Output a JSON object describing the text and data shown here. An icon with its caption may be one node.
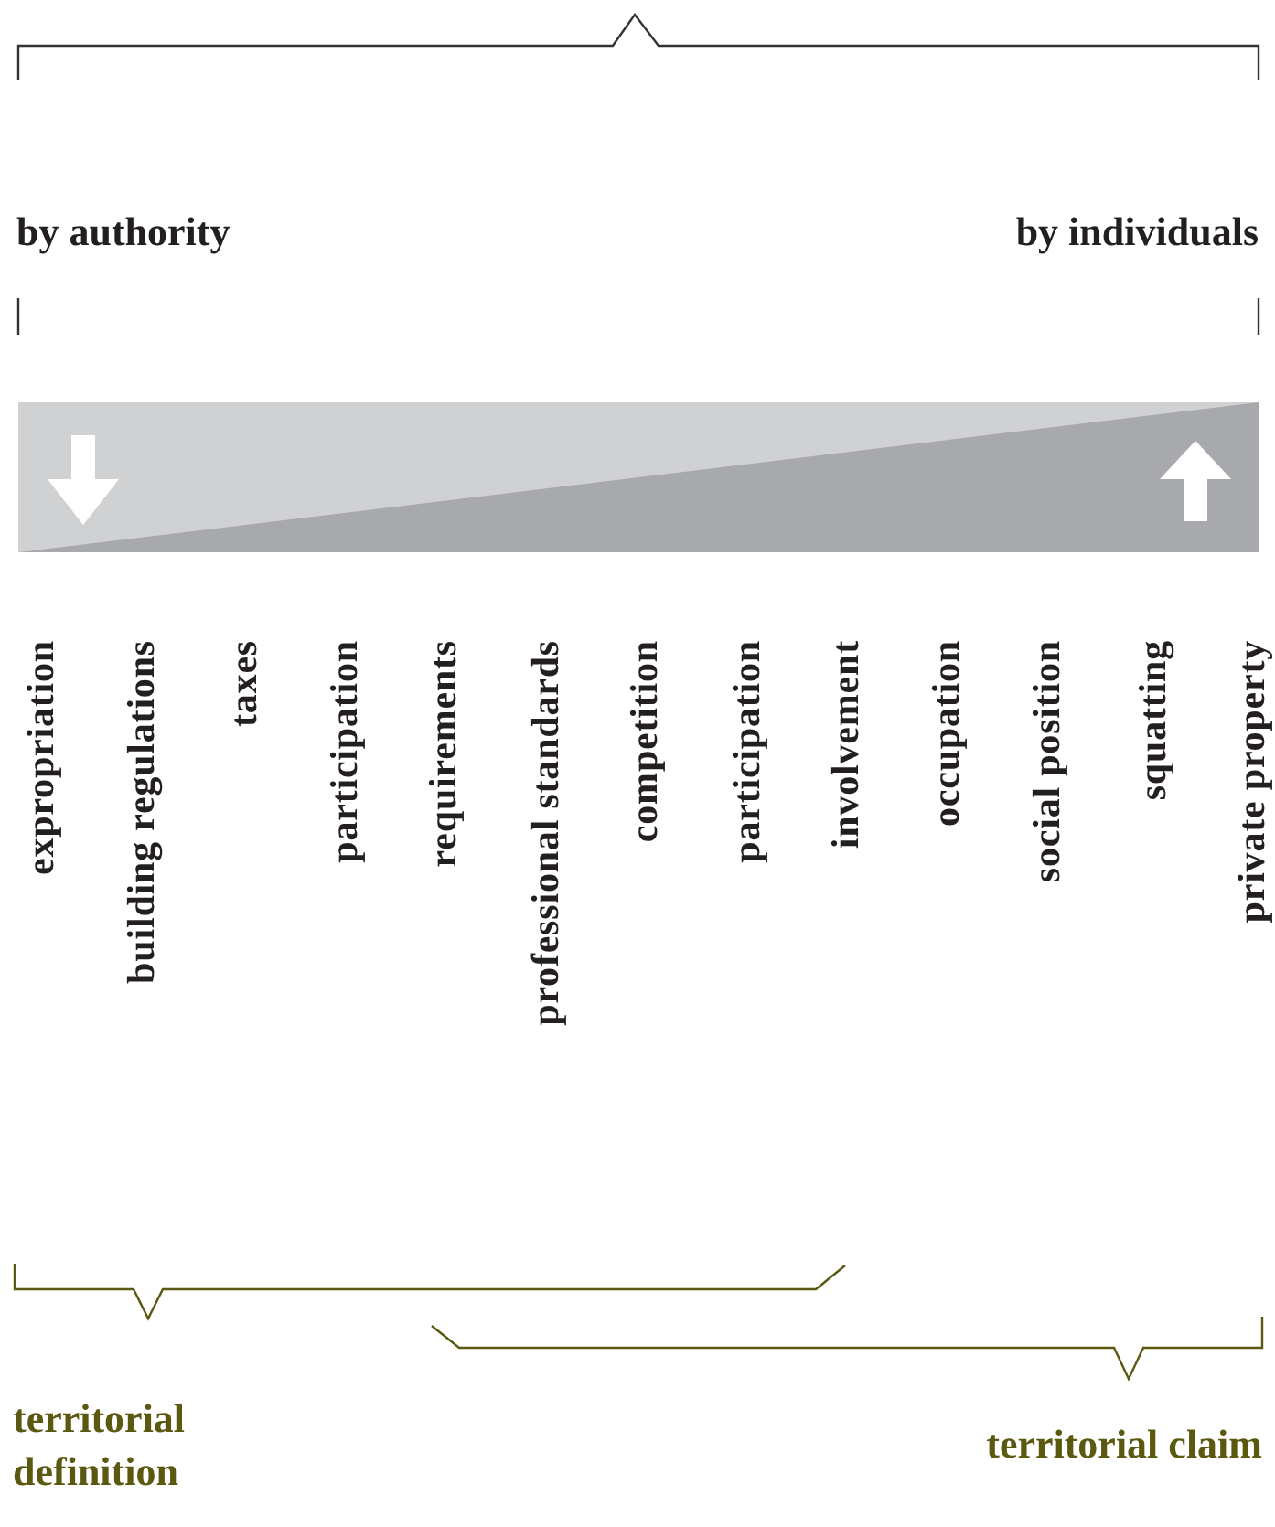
{
  "diagram": {
    "labels": [
      "by authority",
      "by individuals",
      "expropriation",
      "building regulations",
      "taxes",
      "participation",
      "requirements",
      "professional standards",
      "competition",
      "participation",
      "involvement",
      "occupation",
      "social position",
      "squatting",
      "private property",
      "territorial definition",
      "territorial claim"
    ]
  }
}
